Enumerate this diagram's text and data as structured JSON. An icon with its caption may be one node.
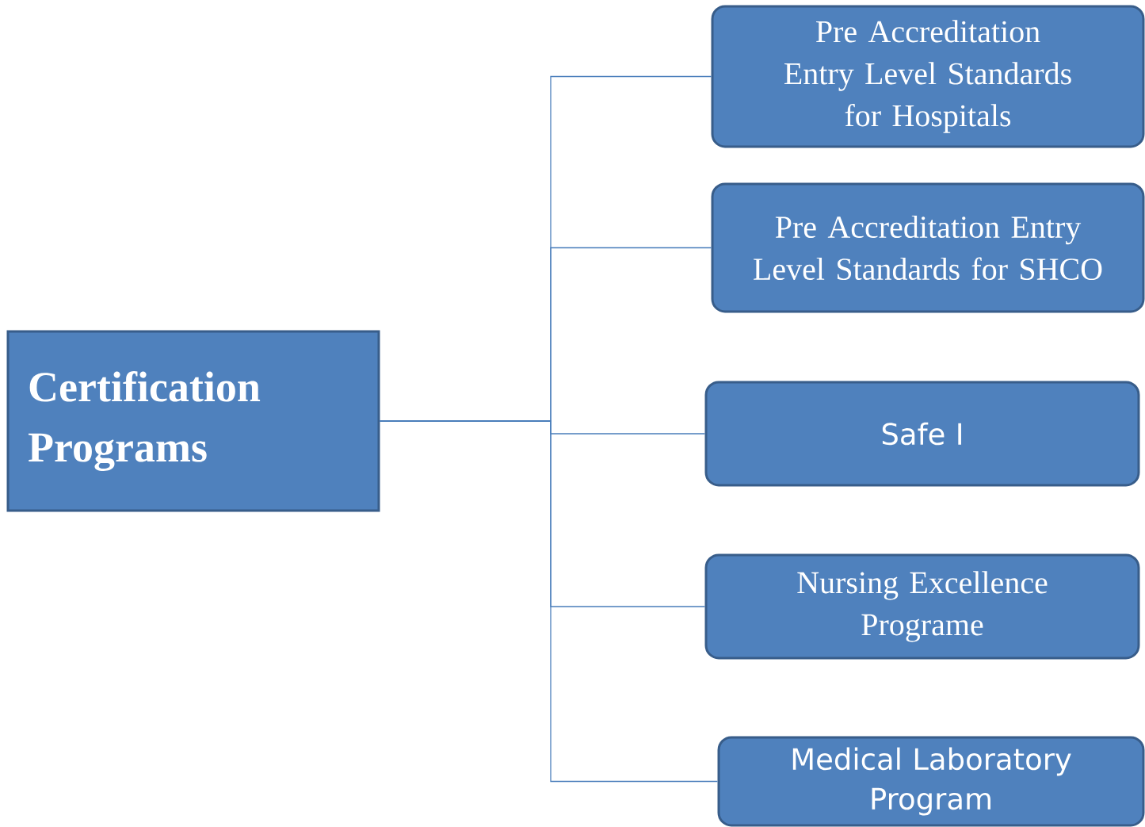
{
  "diagram": {
    "nodes": [
      {
        "text": [
          "Certification Programs"
        ]
      },
      {
        "text": [
          "Pre Accreditation Entry Level Standards for Hospitals"
        ]
      },
      {
        "text": [
          "Pre Accreditation Entry Level Standards for SHCO"
        ]
      },
      {
        "text": [
          "Safe I"
        ]
      },
      {
        "text": [
          "Nursing  Excellence Programe"
        ]
      },
      {
        "text": [
          "Medical Laboratory Program"
        ]
      }
    ],
    "edges": [
      {
        "from": 0,
        "to": 1,
        "arrow": "none"
      },
      {
        "from": 0,
        "to": 2,
        "arrow": "none"
      },
      {
        "from": 0,
        "to": 3,
        "arrow": "none"
      },
      {
        "from": 0,
        "to": 4,
        "arrow": "none"
      },
      {
        "from": 0,
        "to": 5,
        "arrow": "none"
      }
    ]
  }
}
